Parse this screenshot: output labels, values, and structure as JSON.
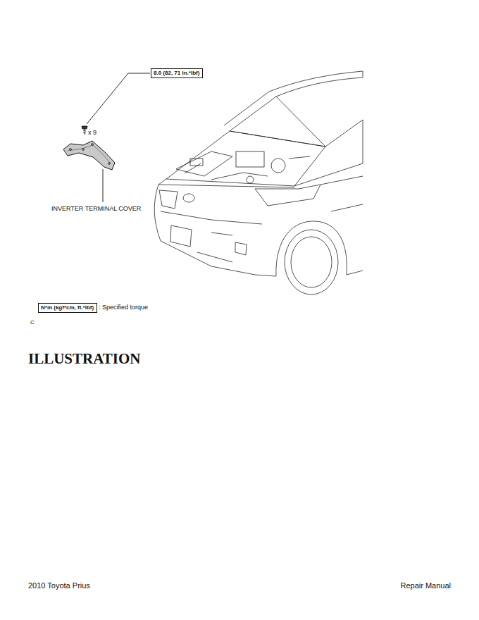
{
  "diagram": {
    "title": "ILLUSTRATION",
    "nodes": [
      {
        "text": [
          "8.0 (82, 71 in.*lbf)"
        ]
      },
      {
        "text": [
          "N*m (kgf*cm, ft.*lbf)"
        ]
      }
    ],
    "labels": [
      "x 9",
      "INVERTER TERMINAL COVER",
      ": Specified torque",
      "C",
      "2010 Toyota Prius",
      "Repair Manual"
    ]
  }
}
